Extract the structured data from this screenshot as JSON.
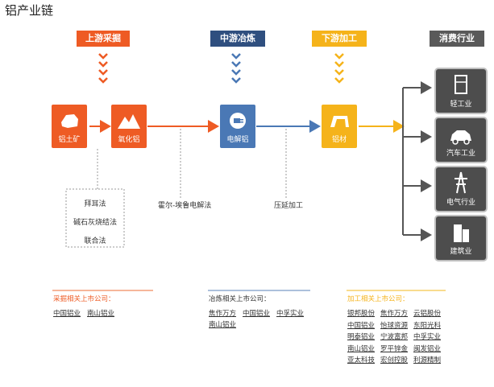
{
  "title": "铝产业链",
  "stages": {
    "upstream": "上游采掘",
    "midstream": "中游冶炼",
    "downstream": "下游加工",
    "consumption": "消费行业"
  },
  "nodes": {
    "bauxite": "铝土矿",
    "alumina": "氧化铝",
    "electrolytic": "电解铝",
    "aluminum": "铝材"
  },
  "consumers": [
    "轻工业",
    "汽车工业",
    "电气行业",
    "建筑业"
  ],
  "methods": [
    "拜耳法",
    "碱石灰烧结法",
    "联合法"
  ],
  "process_labels": {
    "hall": "霍尔-埃鲁电解法",
    "rolling": "压延加工"
  },
  "sections": {
    "mining": {
      "heading": "采掘相关上市公司：",
      "companies": [
        "中国铝业",
        "南山铝业"
      ]
    },
    "smelting": {
      "heading": "冶炼相关上市公司：",
      "companies": [
        "焦作万方",
        "中国铝业",
        "中孚实业",
        "南山铝业"
      ]
    },
    "processing": {
      "heading": "加工相关上市公司：",
      "companies": [
        "银邦股份",
        "焦作万方",
        "云铝股份",
        "中国铝业",
        "怡球资源",
        "东阳光科",
        "明泰铝业",
        "宁波富邦",
        "中孚实业",
        "南山铝业",
        "罗平锌金",
        "闽发铝业",
        "亚太科技",
        "宏创控股",
        "利源精制"
      ]
    }
  },
  "colors": {
    "orange": "#ee5b24",
    "blue": "#4a78b5",
    "yellow": "#f5b31a",
    "gray": "#555555"
  }
}
